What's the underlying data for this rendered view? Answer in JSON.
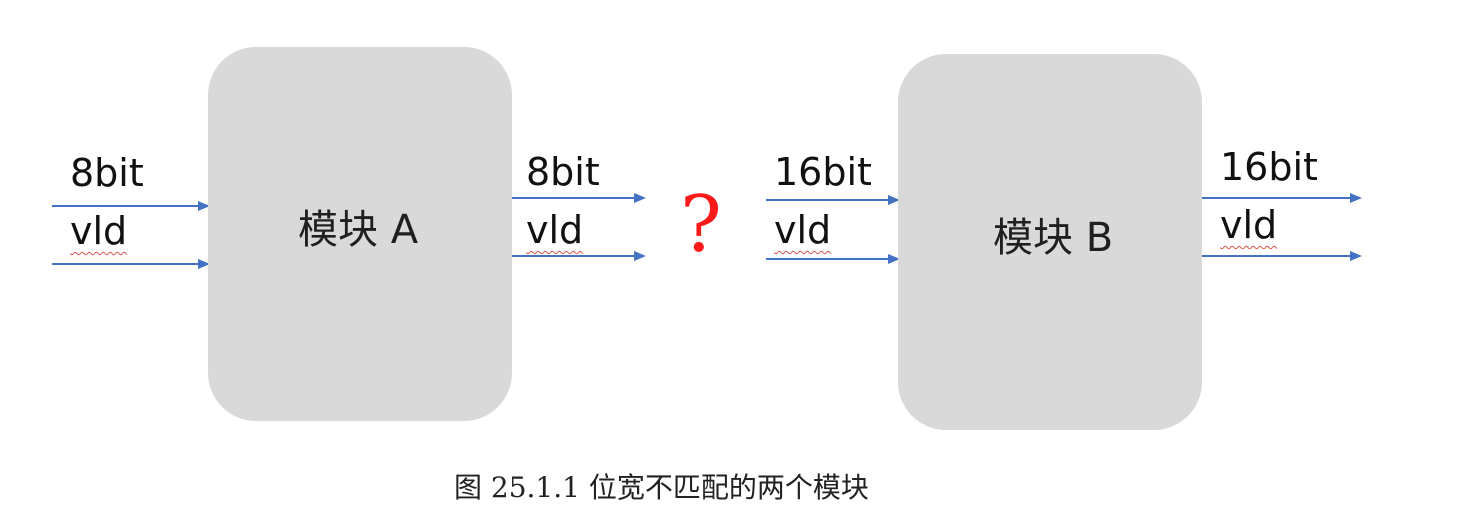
{
  "diagram": {
    "block_a": {
      "label": "模块 A",
      "inputs": [
        {
          "label": "8bit"
        },
        {
          "label": "vld"
        }
      ],
      "outputs": [
        {
          "label": "8bit"
        },
        {
          "label": "vld"
        }
      ]
    },
    "gap_marker": "?",
    "block_b": {
      "label": "模块 B",
      "inputs": [
        {
          "label": "16bit"
        },
        {
          "label": "vld"
        }
      ],
      "outputs": [
        {
          "label": "16bit"
        },
        {
          "label": "vld"
        }
      ]
    },
    "caption": "图 25.1.1 位宽不匹配的两个模块",
    "colors": {
      "block_fill": "#d9d9d9",
      "arrow": "#4472c4",
      "question": "#ff1a1a"
    }
  }
}
